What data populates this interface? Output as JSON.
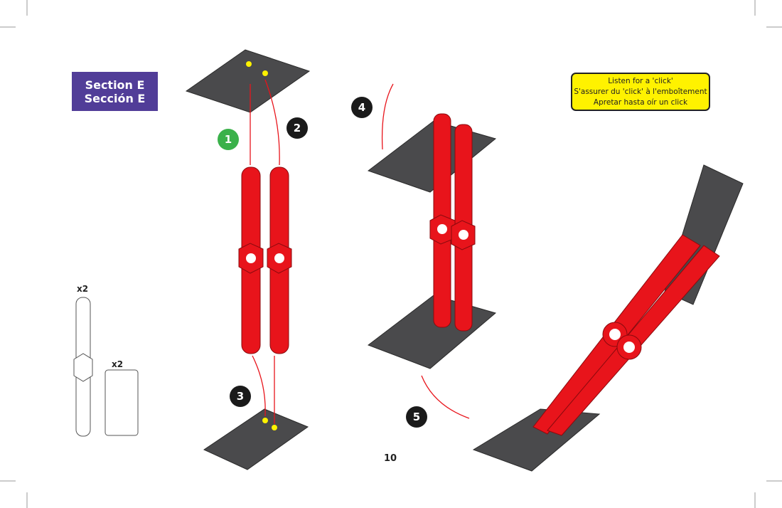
{
  "section": {
    "line1": "Section E",
    "line2": "Sección E"
  },
  "note": {
    "line1": "Listen for a 'click'",
    "line2": "S'assurer du 'click' à l'emboîtement",
    "line3": "Apretar hasta oír un click"
  },
  "steps": [
    "1",
    "2",
    "3",
    "4",
    "5"
  ],
  "parts": [
    {
      "qty": "x2",
      "name": "long-strut"
    },
    {
      "qty": "x2",
      "name": "plate"
    }
  ],
  "page_number": "10",
  "colors": {
    "section": "#513d98",
    "note": "#fff200",
    "strut": "#e8141b",
    "plate": "#4a4a4c",
    "step_green": "#3ab14a"
  }
}
